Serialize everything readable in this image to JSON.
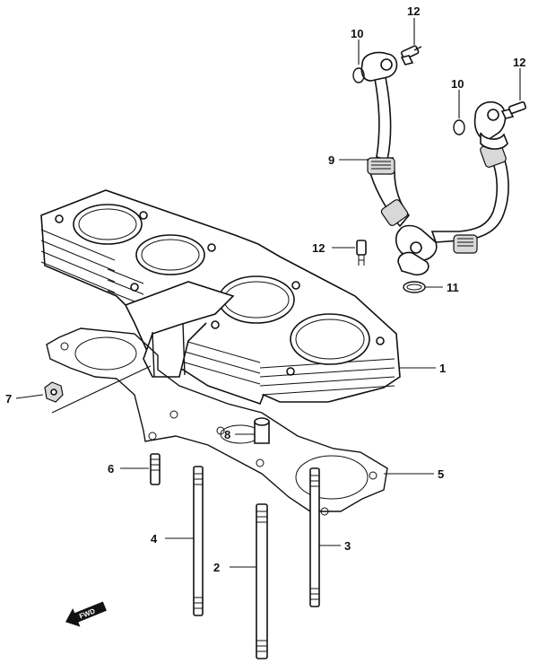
{
  "callouts": {
    "c1": "1",
    "c2": "2",
    "c3": "3",
    "c4": "4",
    "c5": "5",
    "c6": "6",
    "c7": "7",
    "c8": "8",
    "c9": "9",
    "c10a": "10",
    "c10b": "10",
    "c11": "11",
    "c12a": "12",
    "c12b": "12",
    "c12c": "12"
  },
  "fwd_label": "FWD",
  "colors": {
    "ink": "#111111",
    "paper": "#ffffff"
  },
  "icons": [
    "front-direction-arrow-icon"
  ]
}
